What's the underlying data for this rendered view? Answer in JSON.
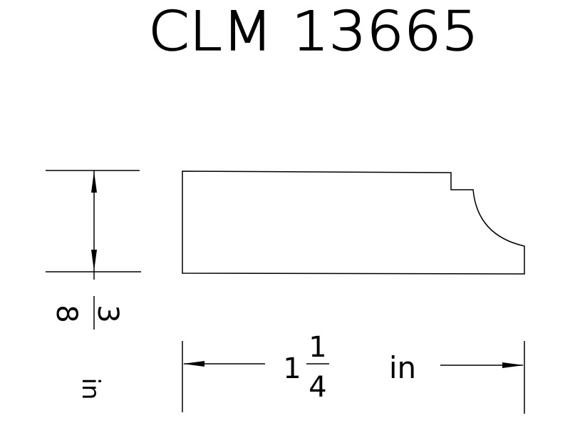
{
  "title": "CLM 13665",
  "dimensions": {
    "thickness": {
      "numerator": "3",
      "denominator": "8"
    },
    "width": {
      "whole": "1",
      "numerator": "1",
      "denominator": "4",
      "unit": "in"
    },
    "side_unit": "in"
  },
  "colors": {
    "line": "#000000",
    "background": "#ffffff"
  }
}
